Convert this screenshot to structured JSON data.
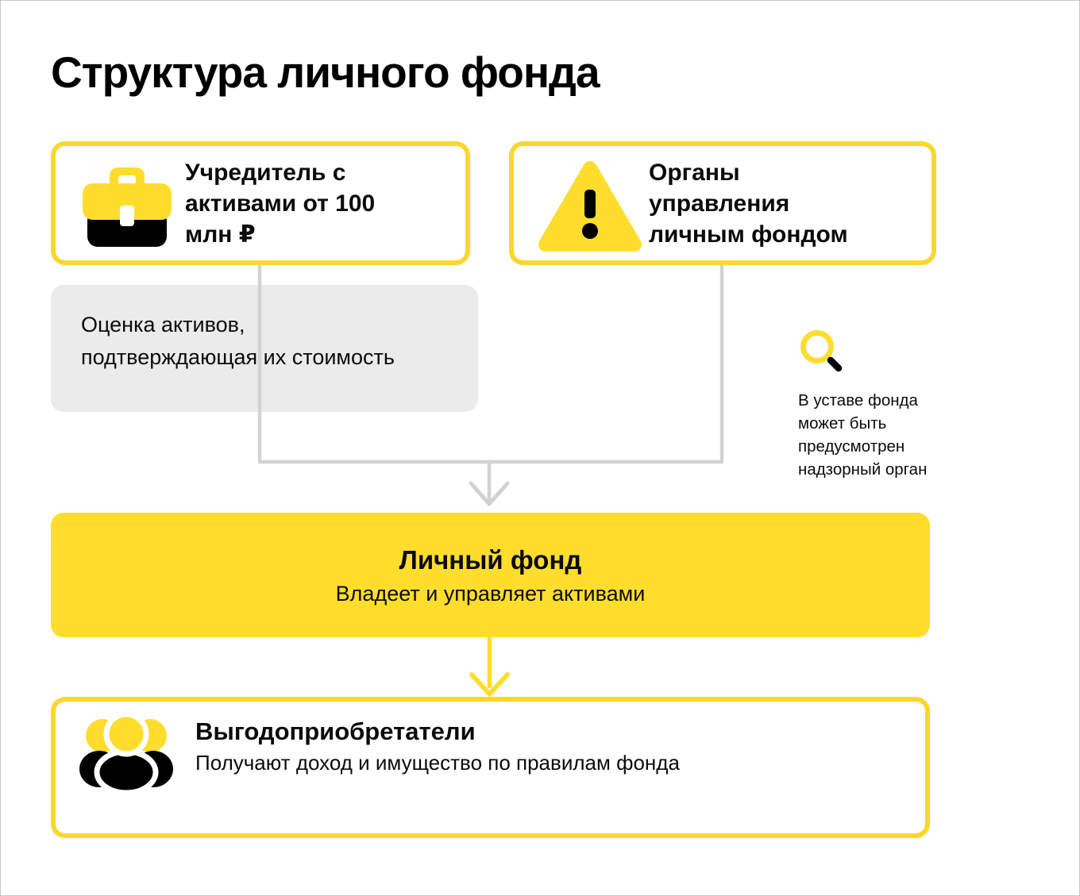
{
  "colors": {
    "yellow": "#FFDD2D",
    "yellow_border": "#F9D72F",
    "note_bg": "#EBEBEB",
    "connector_gray": "#D2D2D2",
    "text": "#0B0B0B",
    "canvas_border": "#C7C7C7"
  },
  "header": {
    "title": "Структура личного фонда"
  },
  "founder_box": {
    "icon": "briefcase-icon",
    "lines": [
      "Учредитель с",
      "активами от 100",
      "млн ₽"
    ]
  },
  "governance_box": {
    "icon": "warning-icon",
    "lines": [
      "Органы",
      "управления",
      "личным фондом"
    ]
  },
  "valuation_note": {
    "lines": [
      "Оценка активов,",
      "подтверждающая их стоимость"
    ]
  },
  "supervision_note": {
    "icon": "magnifier-icon",
    "lines": [
      "В уставе фонда",
      "может быть",
      "предусмотрен",
      "надзорный орган"
    ]
  },
  "fund_box": {
    "title": "Личный фонд",
    "subtitle": "Владеет и управляет активами"
  },
  "beneficiaries_box": {
    "icon": "people-icon",
    "title": "Выгодоприобретатели",
    "subtitle": "Получают доход и имущество по правилам фонда"
  }
}
